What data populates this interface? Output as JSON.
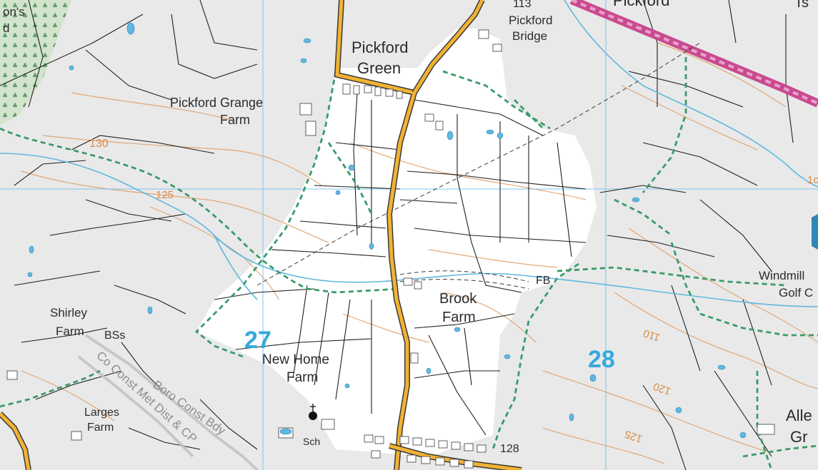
{
  "map": {
    "colors": {
      "background": "#e9e9e9",
      "settlement_fill": "#ffffff",
      "field_boundary": "#1f1f1f",
      "main_road": "#f2b233",
      "road_casing": "#3a3a3a",
      "path_green": "#3a9a6a",
      "admin_boundary": "#c4c4c4",
      "railway_magenta": "#c94b8f",
      "water": "#5fb8e0",
      "contour": "#e0a06a",
      "gridline": "#7fc4e8",
      "woodland": "#cfe3c9"
    },
    "place_labels": {
      "pickford_green": "Pickford\nGreen",
      "pickford_grange_farm": "Pickford Grange\nFarm",
      "pickford_bridge": "Pickford\nBridge",
      "pickford_top": "Pickford",
      "brook_farm": "Brook\nFarm",
      "new_home_farm": "New Home\nFarm",
      "shirley_farm": "Shirley\nFarm",
      "larges_farm": "Larges\nFarm",
      "windmill_golf": "Windmill\nGolf C",
      "alle_gr": "Alle\nGr",
      "fb": "FB",
      "bss": "BSs",
      "sch": "Sch",
      "ons_d": "on's\nd",
      "ts": "Ts",
      "num_113": "113"
    },
    "boundary_labels": {
      "boro_const_bdy": "Boro Const Bdy",
      "co_const_met_dist": "Co Const Met Dist & CP"
    },
    "contour_labels": [
      "130",
      "125",
      "110",
      "120",
      "125",
      "128",
      "1c"
    ],
    "grid_labels": [
      "27",
      "28"
    ]
  }
}
